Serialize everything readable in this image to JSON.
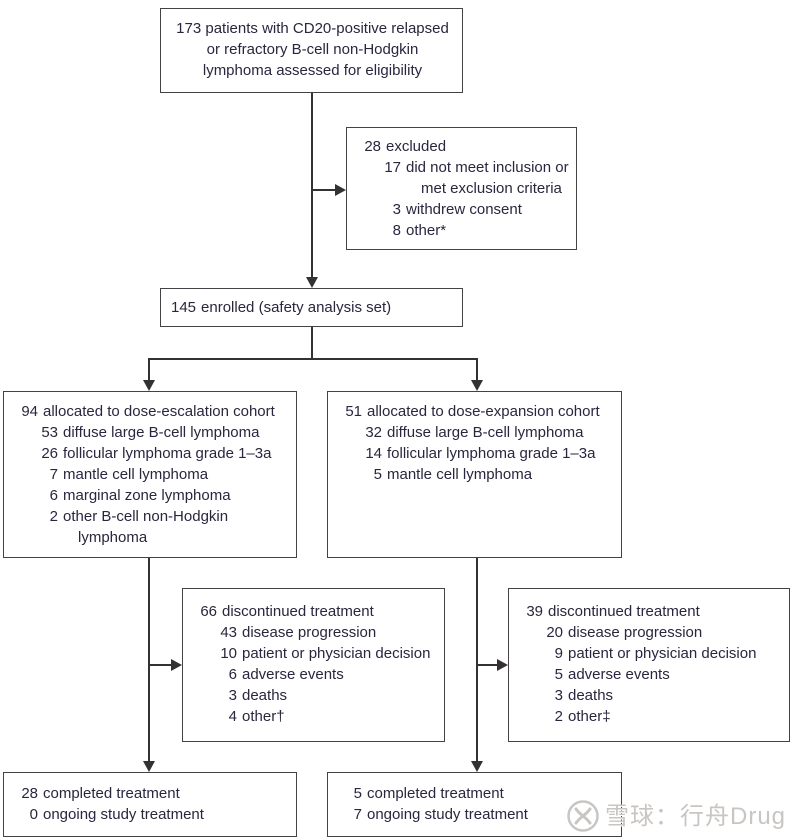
{
  "theme": {
    "text": "#29263e",
    "line": "#343133",
    "border": "#454245",
    "wm": "#c9c5c2",
    "bg": "#ffffff"
  },
  "boxes": {
    "eligibility": {
      "lines": [
        {
          "t": "173 patients with CD20-positive relapsed"
        },
        {
          "t": "or refractory B-cell non-Hodgkin"
        },
        {
          "t": "lymphoma assessed for eligibility"
        }
      ]
    },
    "excluded": {
      "lines": [
        {
          "n": "28",
          "t": "excluded"
        },
        {
          "n": "17",
          "t": "did not meet inclusion or"
        },
        {
          "t": "met exclusion criteria"
        },
        {
          "n": "3",
          "t": "withdrew consent"
        },
        {
          "n": "8",
          "t": "other*"
        }
      ]
    },
    "enrolled": {
      "lines": [
        {
          "n": "145",
          "t": "enrolled (safety analysis set)"
        }
      ]
    },
    "escalation": {
      "lines": [
        {
          "n": "94",
          "t": "allocated to dose-escalation cohort"
        },
        {
          "n": "53",
          "t": "diffuse large B-cell lymphoma"
        },
        {
          "n": "26",
          "t": "follicular lymphoma grade 1–3a"
        },
        {
          "n": "7",
          "t": "mantle cell lymphoma"
        },
        {
          "n": "6",
          "t": "marginal zone lymphoma"
        },
        {
          "n": "2",
          "t": "other B-cell non-Hodgkin"
        },
        {
          "t": "lymphoma"
        }
      ]
    },
    "expansion": {
      "lines": [
        {
          "n": "51",
          "t": "allocated to dose-expansion cohort"
        },
        {
          "n": "32",
          "t": "diffuse large B-cell lymphoma"
        },
        {
          "n": "14",
          "t": "follicular lymphoma grade 1–3a"
        },
        {
          "n": "5",
          "t": "mantle cell lymphoma"
        }
      ]
    },
    "discontinued_escalation": {
      "lines": [
        {
          "n": "66",
          "t": "discontinued treatment"
        },
        {
          "n": "43",
          "t": "disease progression"
        },
        {
          "n": "10",
          "t": "patient or physician decision"
        },
        {
          "n": "6",
          "t": "adverse events"
        },
        {
          "n": "3",
          "t": "deaths"
        },
        {
          "n": "4",
          "t": "other†"
        }
      ]
    },
    "discontinued_expansion": {
      "lines": [
        {
          "n": "39",
          "t": "discontinued treatment"
        },
        {
          "n": "20",
          "t": "disease progression"
        },
        {
          "n": "9",
          "t": "patient or physician decision"
        },
        {
          "n": "5",
          "t": "adverse events"
        },
        {
          "n": "3",
          "t": "deaths"
        },
        {
          "n": "2",
          "t": "other‡"
        }
      ]
    },
    "completed_escalation": {
      "lines": [
        {
          "n": "28",
          "t": "completed treatment"
        },
        {
          "n": "0",
          "t": "ongoing study treatment"
        }
      ]
    },
    "completed_expansion": {
      "lines": [
        {
          "n": "5",
          "t": "completed treatment"
        },
        {
          "n": "7",
          "t": "ongoing study treatment"
        }
      ]
    }
  },
  "watermark": {
    "text": "雪球：行舟Drug",
    "logo": "xueqiu-snowball-logo"
  }
}
